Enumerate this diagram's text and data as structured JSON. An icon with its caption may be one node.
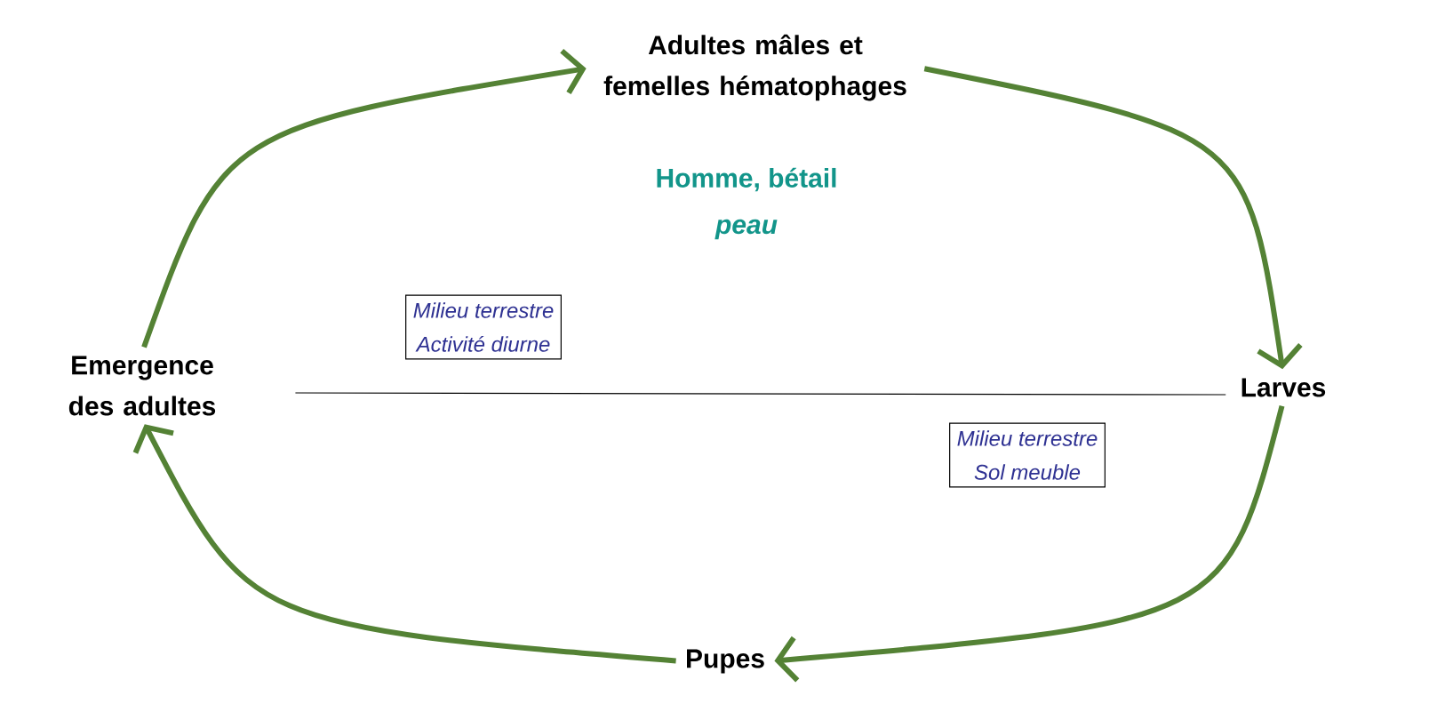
{
  "diagram": {
    "nodes": [
      {
        "text": [
          "Adultes mâles et femelles hématophages"
        ]
      },
      {
        "text": [
          "Milieu terrestre",
          "Activité diurne"
        ]
      },
      {
        "text": [
          "Emergence des adultes"
        ]
      },
      {
        "text": [
          "Larves"
        ]
      },
      {
        "text": [
          "Milieu terrestre",
          "Sol meuble"
        ]
      },
      {
        "text": [
          "Pupes"
        ]
      }
    ],
    "edges": [
      {
        "from": 2,
        "to": 0,
        "arrow": "to"
      },
      {
        "from": 0,
        "to": 3,
        "arrow": "to"
      },
      {
        "from": 3,
        "to": 5,
        "arrow": "to"
      },
      {
        "from": 5,
        "to": 2,
        "arrow": "to"
      },
      {
        "from": 2,
        "to": 3,
        "arrow": "none",
        "color": "#000000"
      }
    ],
    "labels": [
      "Homme, bétail",
      "peau"
    ]
  }
}
